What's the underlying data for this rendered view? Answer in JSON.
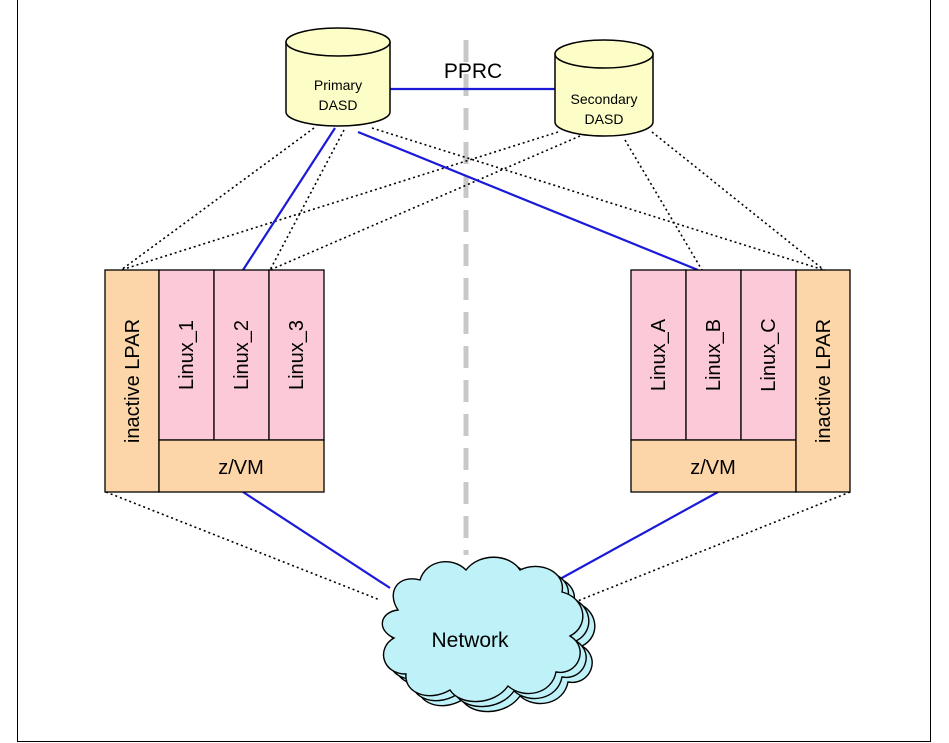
{
  "diagram": {
    "pprc_label": "PPRC",
    "primary_dasd": {
      "line1": "Primary",
      "line2": "DASD"
    },
    "secondary_dasd": {
      "line1": "Secondary",
      "line2": "DASD"
    },
    "left_site": {
      "inactive_lpar": "inactive LPAR",
      "guests": [
        "Linux_1",
        "Linux_2",
        "Linux_3"
      ],
      "hypervisor": "z/VM"
    },
    "right_site": {
      "inactive_lpar": "inactive LPAR",
      "guests": [
        "Linux_A",
        "Linux_B",
        "Linux_C"
      ],
      "hypervisor": "z/VM"
    },
    "network_label": "Network"
  },
  "colors": {
    "dasd_fill": "#fdfdc8",
    "linux_fill": "#fbc9d8",
    "zvm_fill": "#fcd6a8",
    "cloud_fill": "#bff2f8",
    "active_link": "#1a1ad8",
    "divider": "#c8c8c8"
  }
}
